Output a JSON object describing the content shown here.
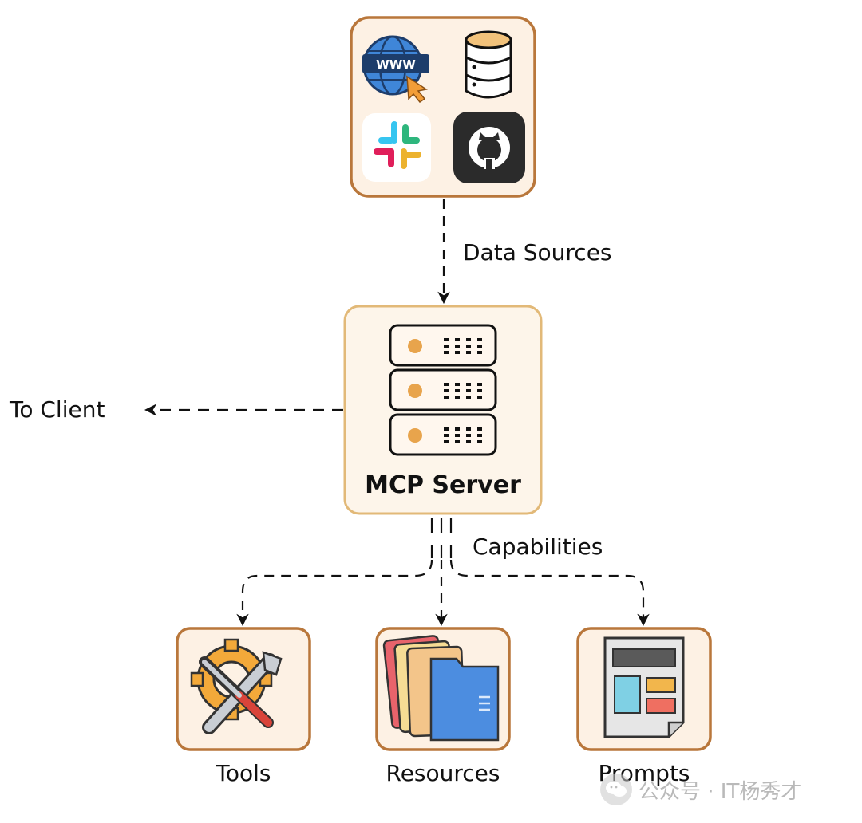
{
  "diagram": {
    "data_sources_label": "Data Sources",
    "to_client_label": "To Client",
    "server_label": "MCP Server",
    "capabilities_label": "Capabilities",
    "capabilities": [
      {
        "label": "Tools",
        "icon": "tools-icon"
      },
      {
        "label": "Resources",
        "icon": "folders-icon"
      },
      {
        "label": "Prompts",
        "icon": "prompt-document-icon"
      }
    ],
    "data_source_icons": [
      "www-globe-icon",
      "database-icon",
      "slack-icon",
      "github-icon"
    ],
    "server_icon": "server-rack-icon"
  },
  "watermark": {
    "text": "公众号 · IT杨秀才",
    "icon": "wechat-icon"
  },
  "colors": {
    "box_fill": "#fdf1e4",
    "box_border": "#b9773b",
    "server_border": "#e2b978",
    "server_fill": "#fdf5ea",
    "accent_orange": "#e8a44c"
  }
}
